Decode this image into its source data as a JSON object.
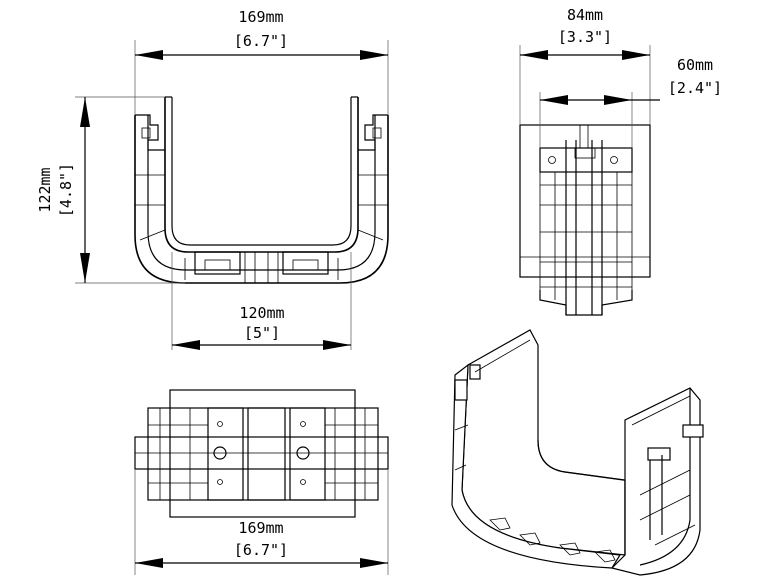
{
  "top_view": {
    "width_mm": "169mm",
    "width_in": "[6.7\"]",
    "height_mm": "122mm",
    "height_in": "[4.8\"]",
    "inner_width_mm": "120mm",
    "inner_width_in": "[5\"]"
  },
  "side_view": {
    "depth_mm": "84mm",
    "depth_in": "[3.3\"]",
    "inner_depth_mm": "60mm",
    "inner_depth_in": "[2.4\"]"
  },
  "bottom_view": {
    "width_mm": "169mm",
    "width_in": "[6.7\"]"
  }
}
